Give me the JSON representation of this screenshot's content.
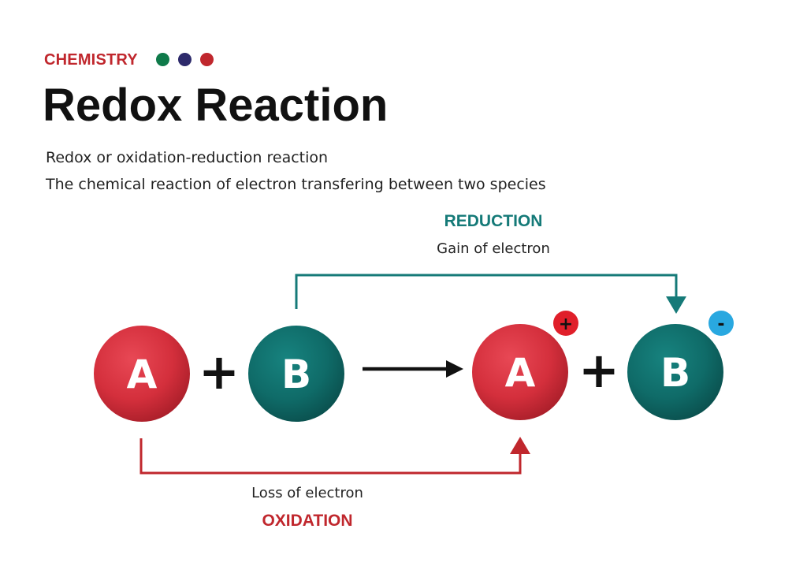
{
  "header": {
    "category": "CHEMISTRY",
    "dots": [
      {
        "name": "green-dot",
        "color": "#0f7a4a"
      },
      {
        "name": "navy-dot",
        "color": "#2d2a6b"
      },
      {
        "name": "red-dot",
        "color": "#c0272d"
      }
    ],
    "title": "Redox Reaction",
    "subtitle_lines": [
      "Redox or oxidation-reduction reaction",
      "The chemical reaction of electron transfering between two species"
    ]
  },
  "diagram": {
    "reduction": {
      "heading": "REDUCTION",
      "description": "Gain of electron",
      "color": "#157a78"
    },
    "oxidation": {
      "heading": "OXIDATION",
      "description": "Loss of electron",
      "color": "#c0272d"
    },
    "reactants": {
      "atom_a": {
        "letter": "A"
      },
      "plus": "+",
      "atom_b": {
        "letter": "B"
      }
    },
    "products": {
      "atom_a": {
        "letter": "A",
        "charge": "+"
      },
      "plus": "+",
      "atom_b": {
        "letter": "B",
        "charge": "-"
      }
    },
    "colors": {
      "atom_a": "#d42f3c",
      "atom_b": "#0f6b68",
      "charge_positive": "#e01f2a",
      "charge_negative": "#29a8e0",
      "reaction_arrow": "#111111"
    }
  }
}
